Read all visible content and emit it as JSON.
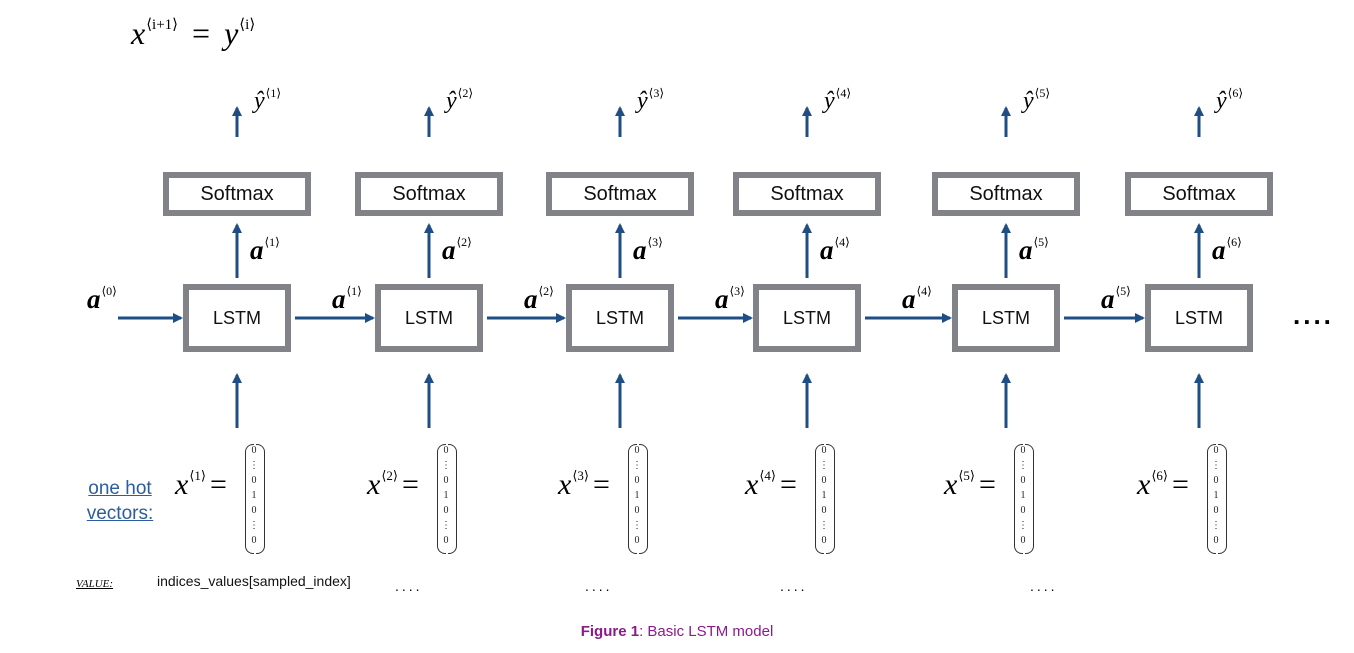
{
  "header_equation": {
    "lhs_base": "x",
    "lhs_sup": "⟨i+1⟩",
    "equals": "=",
    "rhs_base": "y",
    "rhs_sup": "⟨i⟩"
  },
  "cells": [
    {
      "softmax_label": "Softmax",
      "lstm_label": "LSTM",
      "yhat_base": "ŷ",
      "yhat_sup": "⟨1⟩",
      "a_up_base": "a",
      "a_up_sup": "⟨1⟩",
      "a_in_base": "a",
      "a_in_sup": "⟨0⟩",
      "x_base": "x",
      "x_sup": "⟨1⟩"
    },
    {
      "softmax_label": "Softmax",
      "lstm_label": "LSTM",
      "yhat_base": "ŷ",
      "yhat_sup": "⟨2⟩",
      "a_up_base": "a",
      "a_up_sup": "⟨2⟩",
      "a_in_base": "a",
      "a_in_sup": "⟨1⟩",
      "x_base": "x",
      "x_sup": "⟨2⟩"
    },
    {
      "softmax_label": "Softmax",
      "lstm_label": "LSTM",
      "yhat_base": "ŷ",
      "yhat_sup": "⟨3⟩",
      "a_up_base": "a",
      "a_up_sup": "⟨3⟩",
      "a_in_base": "a",
      "a_in_sup": "⟨2⟩",
      "x_base": "x",
      "x_sup": "⟨3⟩"
    },
    {
      "softmax_label": "Softmax",
      "lstm_label": "LSTM",
      "yhat_base": "ŷ",
      "yhat_sup": "⟨4⟩",
      "a_up_base": "a",
      "a_up_sup": "⟨4⟩",
      "a_in_base": "a",
      "a_in_sup": "⟨3⟩",
      "x_base": "x",
      "x_sup": "⟨4⟩"
    },
    {
      "softmax_label": "Softmax",
      "lstm_label": "LSTM",
      "yhat_base": "ŷ",
      "yhat_sup": "⟨5⟩",
      "a_up_base": "a",
      "a_up_sup": "⟨5⟩",
      "a_in_base": "a",
      "a_in_sup": "⟨4⟩",
      "x_base": "x",
      "x_sup": "⟨5⟩"
    },
    {
      "softmax_label": "Softmax",
      "lstm_label": "LSTM",
      "yhat_base": "ŷ",
      "yhat_sup": "⟨6⟩",
      "a_up_base": "a",
      "a_up_sup": "⟨6⟩",
      "a_in_base": "a",
      "a_in_sup": "⟨5⟩",
      "x_base": "x",
      "x_sup": "⟨6⟩"
    }
  ],
  "one_hot_vector": [
    "0",
    "⋮",
    "0",
    "1",
    "0",
    "⋮",
    "0"
  ],
  "continuation": "....",
  "one_hot_label": {
    "line1": "one hot",
    "line2": "vectors:"
  },
  "value_row": {
    "label": "VALUE:",
    "first": "indices_values[sampled_index]",
    "rest": [
      "....",
      "....",
      "....",
      "...."
    ]
  },
  "caption": {
    "prefix": "Figure 1",
    "text": ": Basic LSTM model"
  },
  "colors": {
    "arrow": "#1f4e84",
    "box_border": "#828389",
    "caption": "#8b1a8b",
    "link": "#2c5d9c"
  }
}
